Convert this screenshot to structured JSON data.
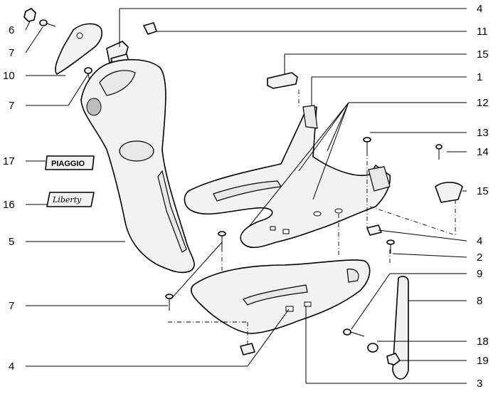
{
  "callouts": {
    "c6": "6",
    "c7a": "7",
    "c10": "10",
    "c7b": "7",
    "c17": "17",
    "c16": "16",
    "c5": "5",
    "c7c": "7",
    "c4a": "4",
    "c4b": "4",
    "c11": "11",
    "c15a": "15",
    "c1": "1",
    "c12": "12",
    "c13": "13",
    "c14": "14",
    "c15b": "15",
    "c4c": "4",
    "c2": "2",
    "c9": "9",
    "c8": "8",
    "c18": "18",
    "c19": "19",
    "c3": "3"
  },
  "decals": {
    "piaggio": "PIAGGIO",
    "liberty": "Liberty"
  }
}
